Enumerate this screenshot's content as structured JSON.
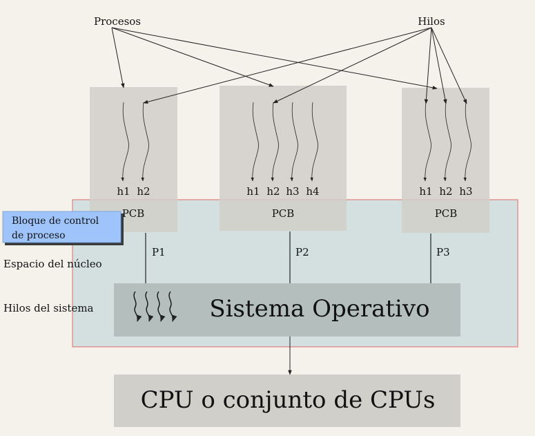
{
  "labels": {
    "procesos": "Procesos",
    "hilos": "Hilos",
    "pcb": "PCB",
    "bloque_line1": "Bloque de control",
    "bloque_line2": "de proceso",
    "espacio_nucleo": "Espacio del núcleo",
    "hilos_sistema": "Hilos del sistema",
    "sistema_operativo": "Sistema Operativo",
    "cpu": "CPU o conjunto de CPUs"
  },
  "processes": [
    {
      "name": "P1",
      "threads": [
        "h1",
        "h2"
      ]
    },
    {
      "name": "P2",
      "threads": [
        "h1",
        "h2",
        "h3",
        "h4"
      ]
    },
    {
      "name": "P3",
      "threads": [
        "h1",
        "h2",
        "h3"
      ]
    }
  ],
  "colors": {
    "background": "#f5f2ec",
    "process_box": "#d1cfca",
    "kernel_fill": "#d3e0df",
    "kernel_border": "#e06a6a",
    "os_box": "#b4bfbd",
    "cpu_box": "#d1cfca",
    "callout_fill": "#9ec4fb",
    "callout_shadow": "#3a3a3a",
    "line": "#222222"
  }
}
